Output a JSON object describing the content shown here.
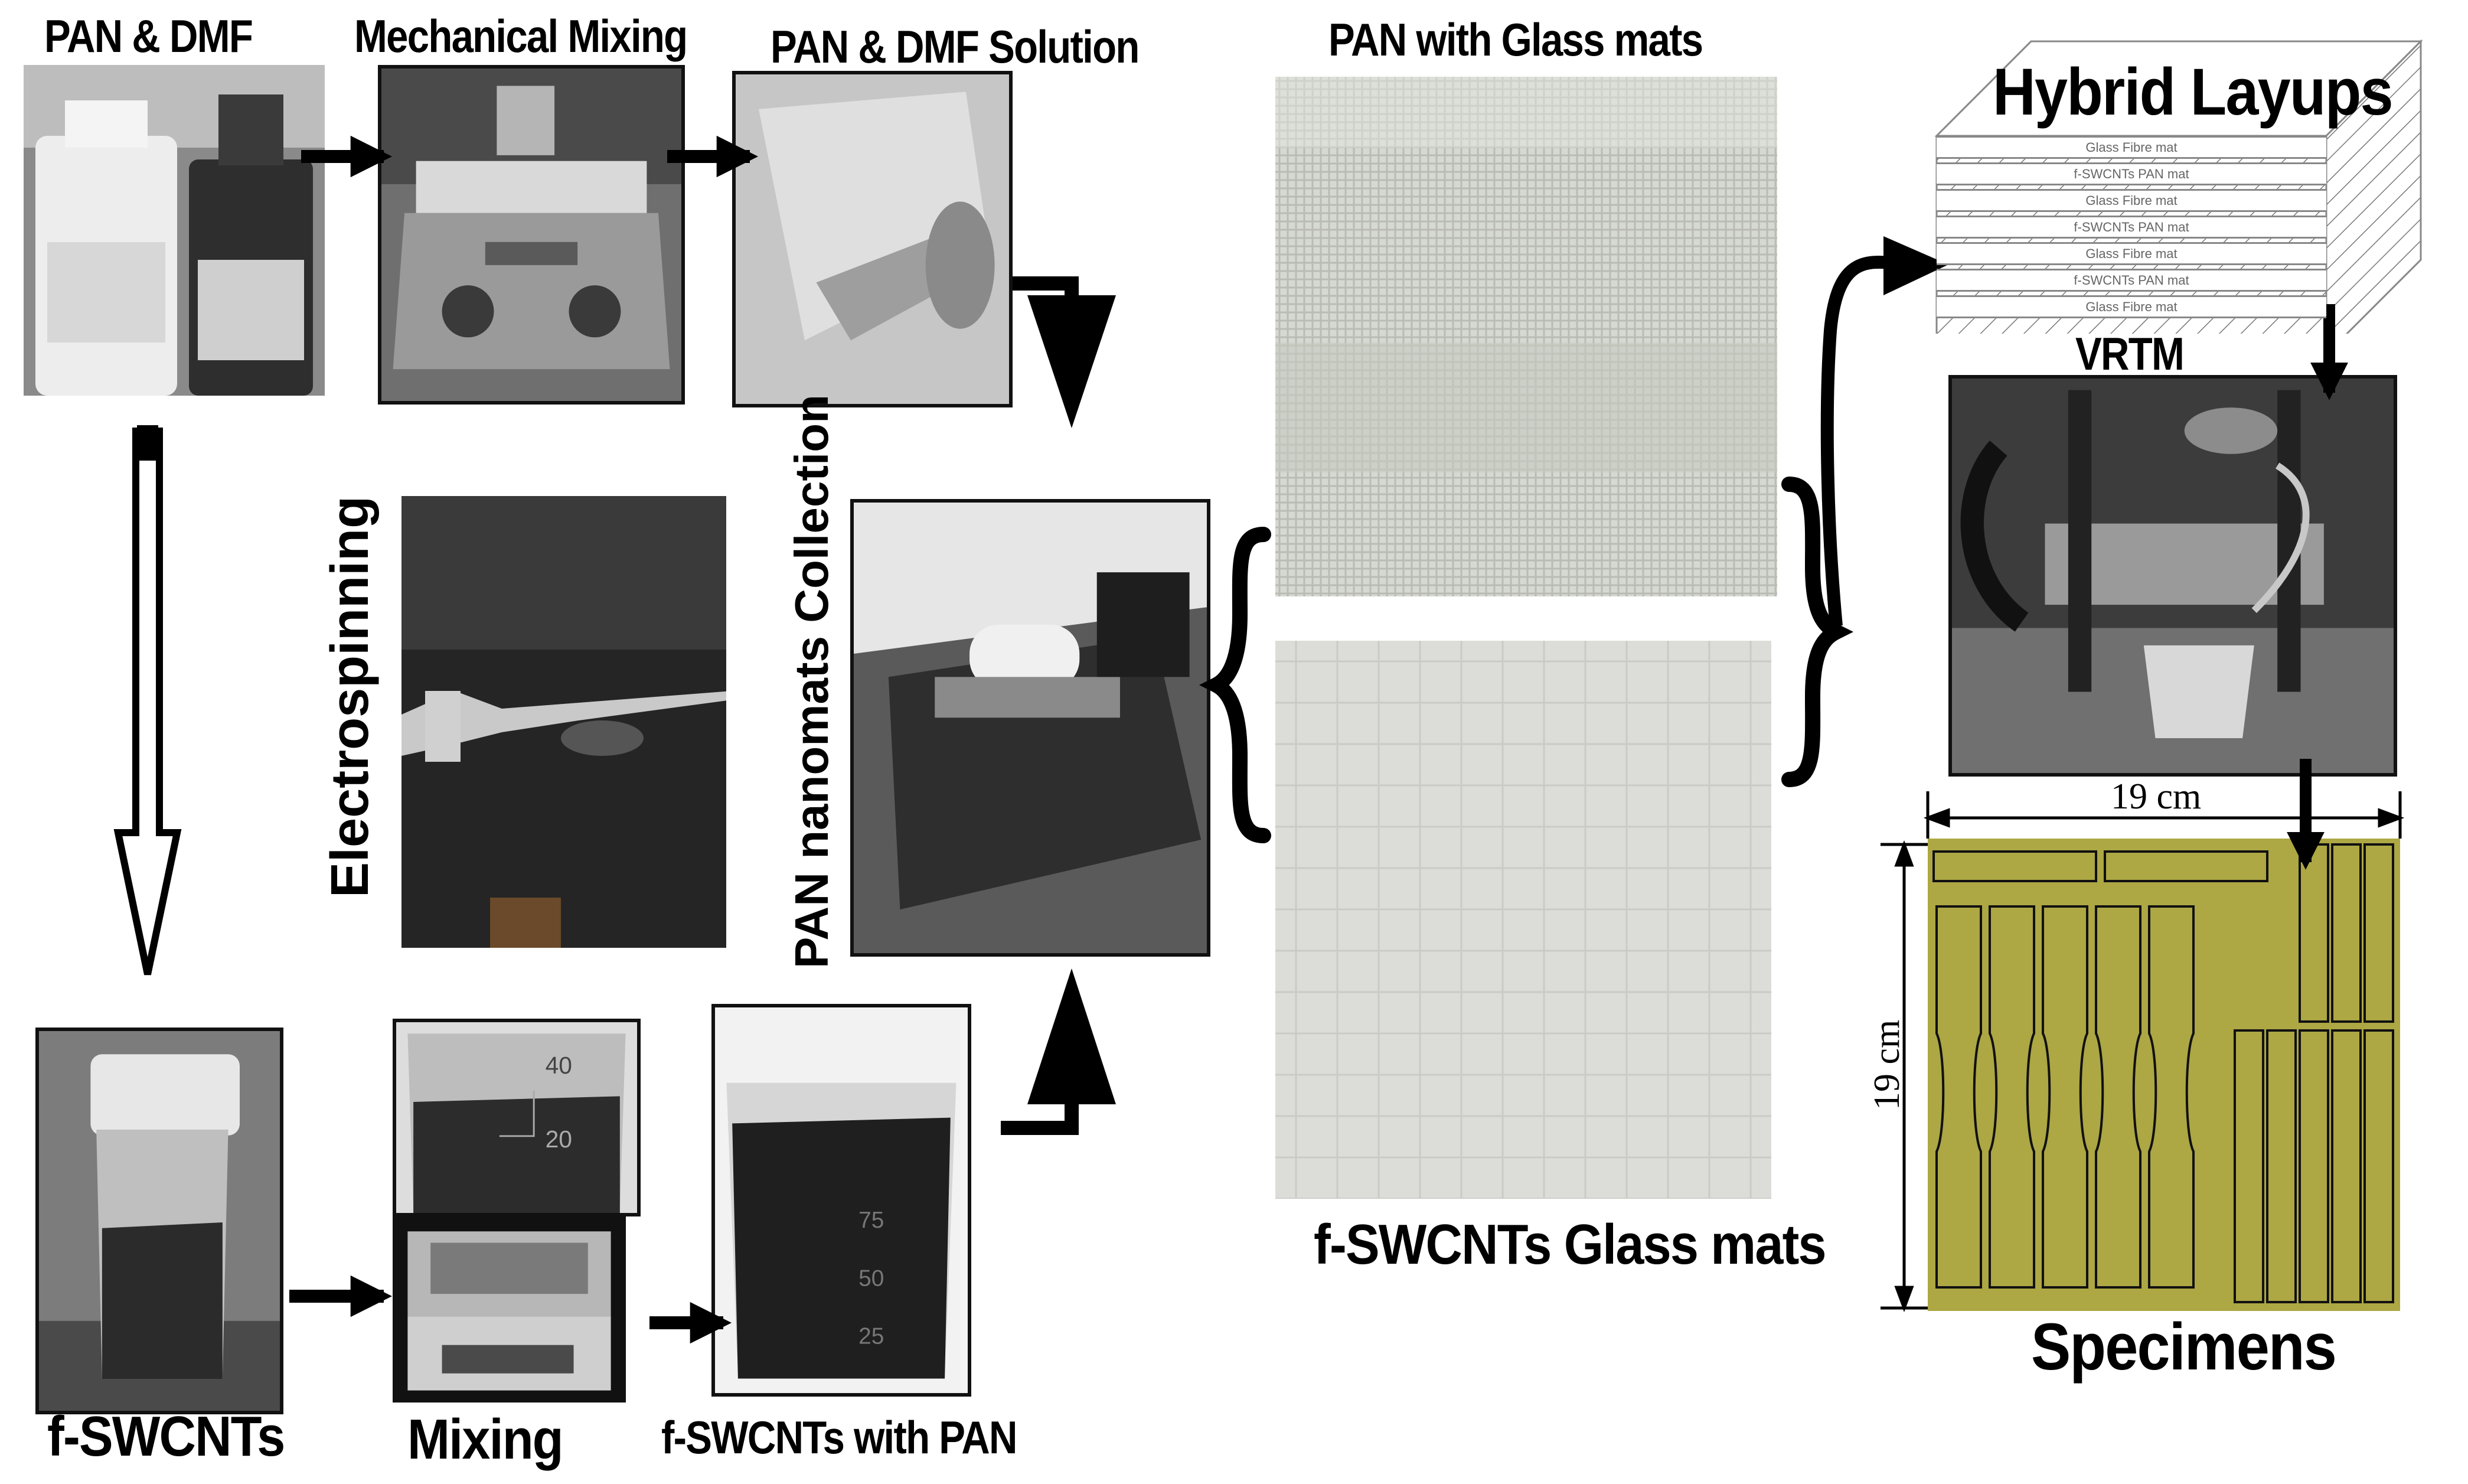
{
  "labels": {
    "pan_dmf": "PAN & DMF",
    "mechanical_mixing": "Mechanical Mixing",
    "pan_dmf_solution": "PAN & DMF Solution",
    "pan_glass_mats": "PAN with Glass mats",
    "hybrid_layups": "Hybrid Layups",
    "vrtm": "VRTM",
    "electrospinning": "Electrospinning",
    "pan_nanomats_collection": "PAN nanomats Collection",
    "fswcnts": "f-SWCNTs",
    "mixing": "Mixing",
    "fswcnts_with_pan": "f-SWCNTs with PAN",
    "fswcnts_glass_mats": "f-SWCNTs Glass mats",
    "specimens": "Specimens"
  },
  "layup_layers": [
    "Glass Fibre mat",
    "f-SWCNTs PAN mat",
    "Glass Fibre mat",
    "f-SWCNTs PAN mat",
    "Glass Fibre mat",
    "f-SWCNTs PAN mat",
    "Glass Fibre mat"
  ],
  "dimensions": {
    "width": "19 cm",
    "height": "19 cm"
  },
  "beaker_marks": {
    "small_top": "40",
    "small_bottom": "20",
    "large_top": "75",
    "large_mid": "50",
    "large_bottom": "25"
  },
  "colors": {
    "arrow": "#000000",
    "specimen_panel": "#a8a23a",
    "glass_mat": "#d6d8d2"
  }
}
